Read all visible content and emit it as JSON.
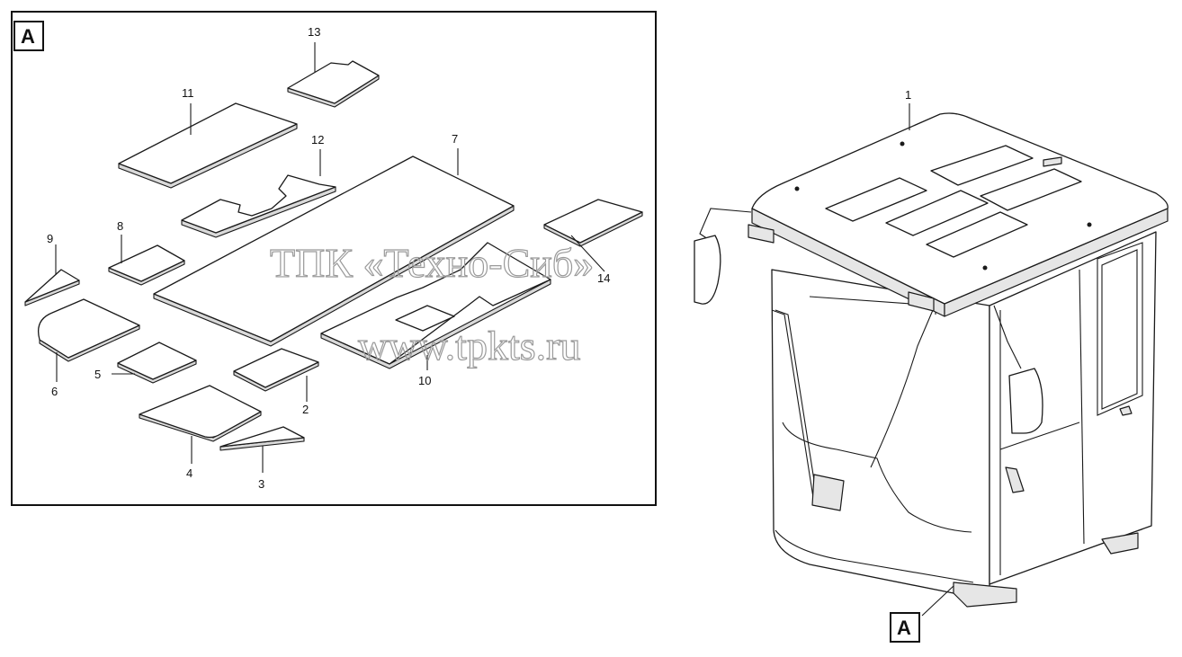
{
  "view_labels": {
    "detail": "A",
    "callout": "A"
  },
  "watermark": {
    "line1": "ТПК «Техно-Сиб»",
    "line2": "www.tpkts.ru"
  },
  "parts": [
    {
      "id": "p1",
      "number": "1"
    },
    {
      "id": "p2",
      "number": "2"
    },
    {
      "id": "p3",
      "number": "3"
    },
    {
      "id": "p4",
      "number": "4"
    },
    {
      "id": "p5",
      "number": "5"
    },
    {
      "id": "p6",
      "number": "6"
    },
    {
      "id": "p7",
      "number": "7"
    },
    {
      "id": "p8",
      "number": "8"
    },
    {
      "id": "p9",
      "number": "9"
    },
    {
      "id": "p10",
      "number": "10"
    },
    {
      "id": "p11",
      "number": "11"
    },
    {
      "id": "p12",
      "number": "12"
    },
    {
      "id": "p13",
      "number": "13"
    },
    {
      "id": "p14",
      "number": "14"
    }
  ],
  "colors": {
    "line": "#1a1a1a",
    "panel_edge": "#d9d9d9",
    "watermark": "#9a9a9a"
  }
}
